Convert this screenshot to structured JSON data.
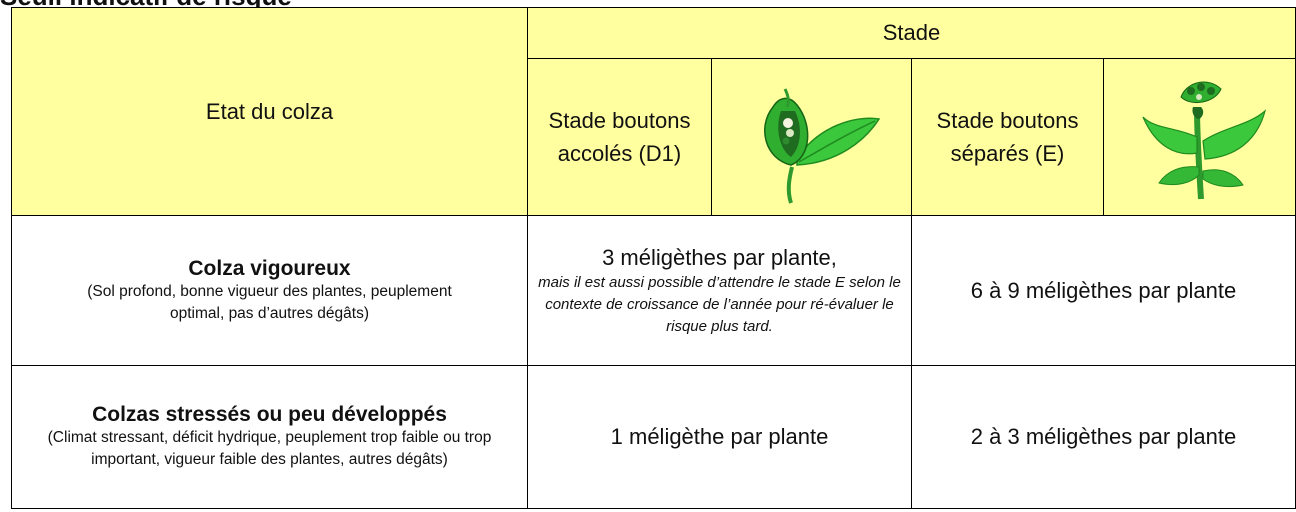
{
  "page_title": "Seuil indicatif de risque",
  "header": {
    "etat_label": "Etat du colza",
    "stade_label": "Stade",
    "d1_label": "Stade boutons accolés (D1)",
    "e_label": "Stade boutons séparés (E)"
  },
  "rows": [
    {
      "title": "Colza vigoureux",
      "description": "(Sol profond, bonne vigueur des plantes, peuplement optimal, pas d’autres dégâts)",
      "d1_main": "3 méligèthes par plante,",
      "d1_note": "mais il est aussi possible d’attendre le stade E selon le contexte de croissance de l’année pour ré-évaluer le risque plus tard.",
      "e_value": "6 à 9 méligèthes par plante"
    },
    {
      "title": "Colzas stressés ou peu développés",
      "description": "(Climat stressant, déficit hydrique, peuplement trop faible ou trop important, vigueur faible des plantes, autres dégâts)",
      "d1_value": "1 méligèthe par plante",
      "e_value": "2 à 3 méligèthes par plante"
    }
  ],
  "colors": {
    "header_bg": "#ffff9f",
    "border": "#000000",
    "leaf_green": "#3cc83c",
    "bud_dark": "#1f6b1f"
  },
  "icons": [
    "rapeseed-d1-stage-icon",
    "rapeseed-e-stage-icon"
  ]
}
